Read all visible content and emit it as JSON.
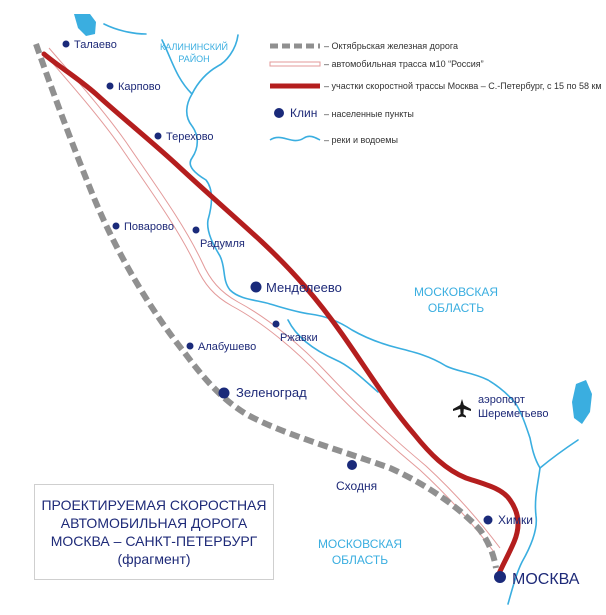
{
  "title": {
    "lines": [
      "ПРОЕКТИРУЕМАЯ СКОРОСТНАЯ",
      "АВТОМОБИЛЬНАЯ ДОРОГА",
      "МОСКВА – САНКТ-ПЕТЕРБУРГ",
      "(фрагмент)"
    ]
  },
  "legend": {
    "railway": "– Октябрьская железная дорога",
    "highway": "– автомобильная трасса м10 “Россия”",
    "expressway": "– участки скоростной трассы Москва – С.-Петербург, с 15 по 58 км",
    "settlement_example": "Клин",
    "settlements": "– населенные пункты",
    "rivers": "– реки и водоемы"
  },
  "places": {
    "talaevo": "Талаево",
    "karpovo": "Карпово",
    "terekhovo": "Терехово",
    "povarovo": "Поварово",
    "radumlya": "Радумля",
    "mendeleevo": "Менделеево",
    "rzhavki": "Ржавки",
    "alabushevo": "Алабушево",
    "zelenograd": "Зеленоград",
    "skhodnya": "Сходня",
    "khimki": "Химки",
    "moskva": "МОСКВА"
  },
  "regions": {
    "kalininsky": [
      "КАЛИНИНСКИЙ",
      "РАЙОН"
    ],
    "moskovskaya_1": [
      "МОСКОВСКАЯ",
      "ОБЛАСТЬ"
    ],
    "moskovskaya_2": [
      "МОСКОВСКАЯ",
      "ОБЛАСТЬ"
    ]
  },
  "airport": [
    "аэропорт",
    "Шереметьево"
  ],
  "colors": {
    "water": "#3aaee0",
    "expressway": "#b41e1e",
    "highway": "#e39a9a",
    "railway": "#909090",
    "settlement": "#1a2a7a",
    "text": "#1e2a78"
  }
}
